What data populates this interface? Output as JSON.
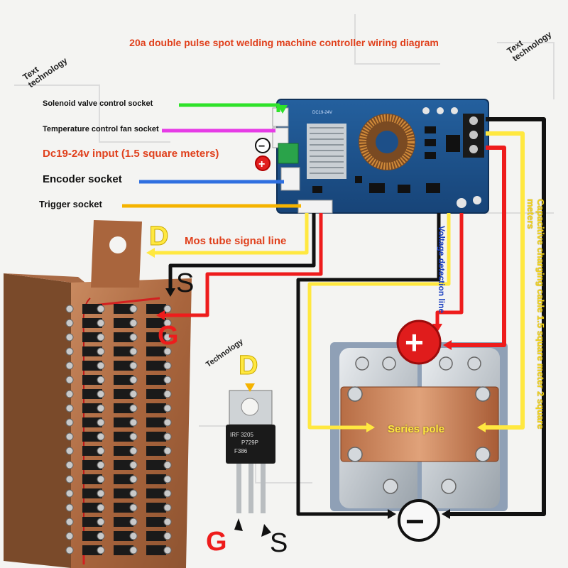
{
  "title": "20a double pulse spot welding machine controller wiring diagram",
  "watermark_left": [
    "Text",
    "technology"
  ],
  "watermark_right": [
    "Text",
    "technology"
  ],
  "watermark_mid": "Technology",
  "labels": {
    "solenoid": "Solenoid valve control socket",
    "fan": "Temperature control fan socket",
    "dc_input": "Dc19-24v input (1.5 square meters)",
    "encoder": "Encoder socket",
    "trigger": "Trigger socket",
    "mos_line": "Mos tube signal line",
    "voltage_detect": "Voltage detection line",
    "cap_cable": "Capacitive charging cable 1.5 square meter 2 square meters",
    "series_pole": "Series pole",
    "pcb_marking": "DC19-24V",
    "mos_part_line1": "IRF 3205",
    "mos_part_line2": "P729P",
    "mos_part_line3": "F386"
  },
  "pins": {
    "d_top": "D",
    "s_top": "S",
    "g_top": "G",
    "d_bottom": "D",
    "g_bottom": "G",
    "s_bottom": "S"
  },
  "symbols": {
    "plus": "+",
    "minus": "−",
    "small_plus": "+",
    "small_minus": "−"
  },
  "colors": {
    "title": "#e0401c",
    "wire_green": "#2fe22a",
    "wire_magenta": "#e63ce6",
    "wire_blue": "#2f6fe0",
    "wire_orange": "#f5b300",
    "wire_yellow": "#ffe840",
    "wire_red": "#ee1c1c",
    "wire_black": "#111111",
    "pcb": "#1b4f8a",
    "copper": "#b8754a"
  }
}
